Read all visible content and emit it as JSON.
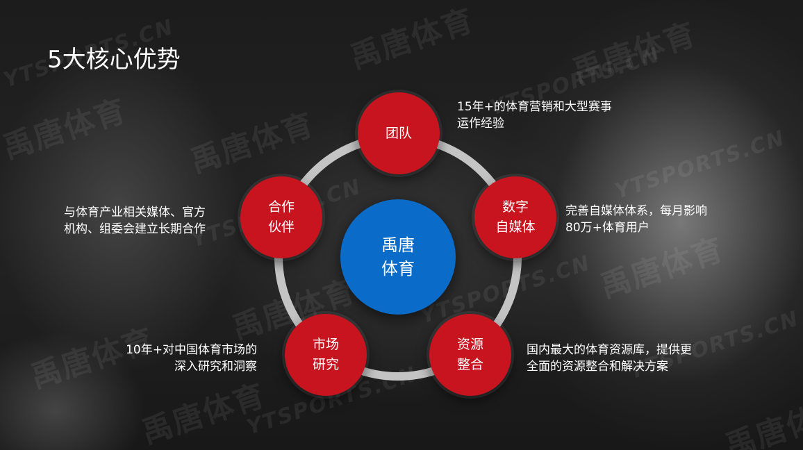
{
  "title": "5大核心优势",
  "watermark": {
    "brand_cn": "禹唐体育",
    "brand_en": "YTSPORTS.CN"
  },
  "center": {
    "line1": "禹唐",
    "line2": "体育"
  },
  "nodes": [
    {
      "line1": "团队",
      "line2": "",
      "desc": [
        "15年+的体育营销和大型赛事",
        "运作经验"
      ]
    },
    {
      "line1": "数字",
      "line2": "自媒体",
      "desc": [
        "完善自媒体体系，每月影响",
        "80万+体育用户"
      ]
    },
    {
      "line1": "资源",
      "line2": "整合",
      "desc": [
        "国内最大的体育资源库，提供更",
        "全面的资源整合和解决方案"
      ]
    },
    {
      "line1": "市场",
      "line2": "研究",
      "desc": [
        "10年+对中国体育市场的",
        "深入研究和洞察"
      ]
    },
    {
      "line1": "合作",
      "line2": "伙伴",
      "desc": [
        "与体育产业相关媒体、官方",
        "机构、组委会建立长期合作"
      ]
    }
  ],
  "colors": {
    "node_red": "#c8141e",
    "center_blue": "#0a6cc8",
    "ring_gray": "#c4c4c4",
    "background": "#141414"
  }
}
